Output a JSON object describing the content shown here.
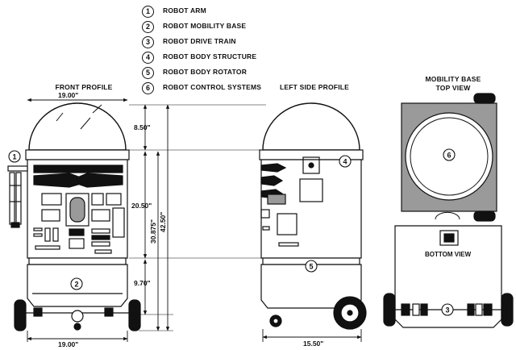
{
  "legend": [
    {
      "num": "1",
      "label": "ROBOT ARM"
    },
    {
      "num": "2",
      "label": "ROBOT MOBILITY BASE"
    },
    {
      "num": "3",
      "label": "ROBOT DRIVE TRAIN"
    },
    {
      "num": "4",
      "label": "ROBOT BODY STRUCTURE"
    },
    {
      "num": "5",
      "label": "ROBOT BODY ROTATOR"
    },
    {
      "num": "6",
      "label": "ROBOT CONTROL SYSTEMS"
    }
  ],
  "headers": {
    "front": "FRONT PROFILE",
    "left": "LEFT SIDE PROFILE",
    "mobility_line1": "MOBILITY BASE",
    "mobility_line2": "TOP VIEW",
    "bottom": "BOTTOM VIEW"
  },
  "dimensions": {
    "front_top_width": "19.00\"",
    "front_bottom_width": "19.00\"",
    "dome_height": "8.50\"",
    "body_height": "20.50\"",
    "base_height": "9.70\"",
    "overall_a": "30.875\"",
    "overall_b": "42.50\"",
    "side_bottom_width": "15.50\""
  },
  "callouts": {
    "arm": "1",
    "base": "2",
    "drive": "3",
    "body": "4",
    "rotator": "5",
    "control": "6"
  },
  "colors": {
    "ink": "#111111",
    "gray": "#9a9a9a",
    "light": "#e6e6e6"
  }
}
